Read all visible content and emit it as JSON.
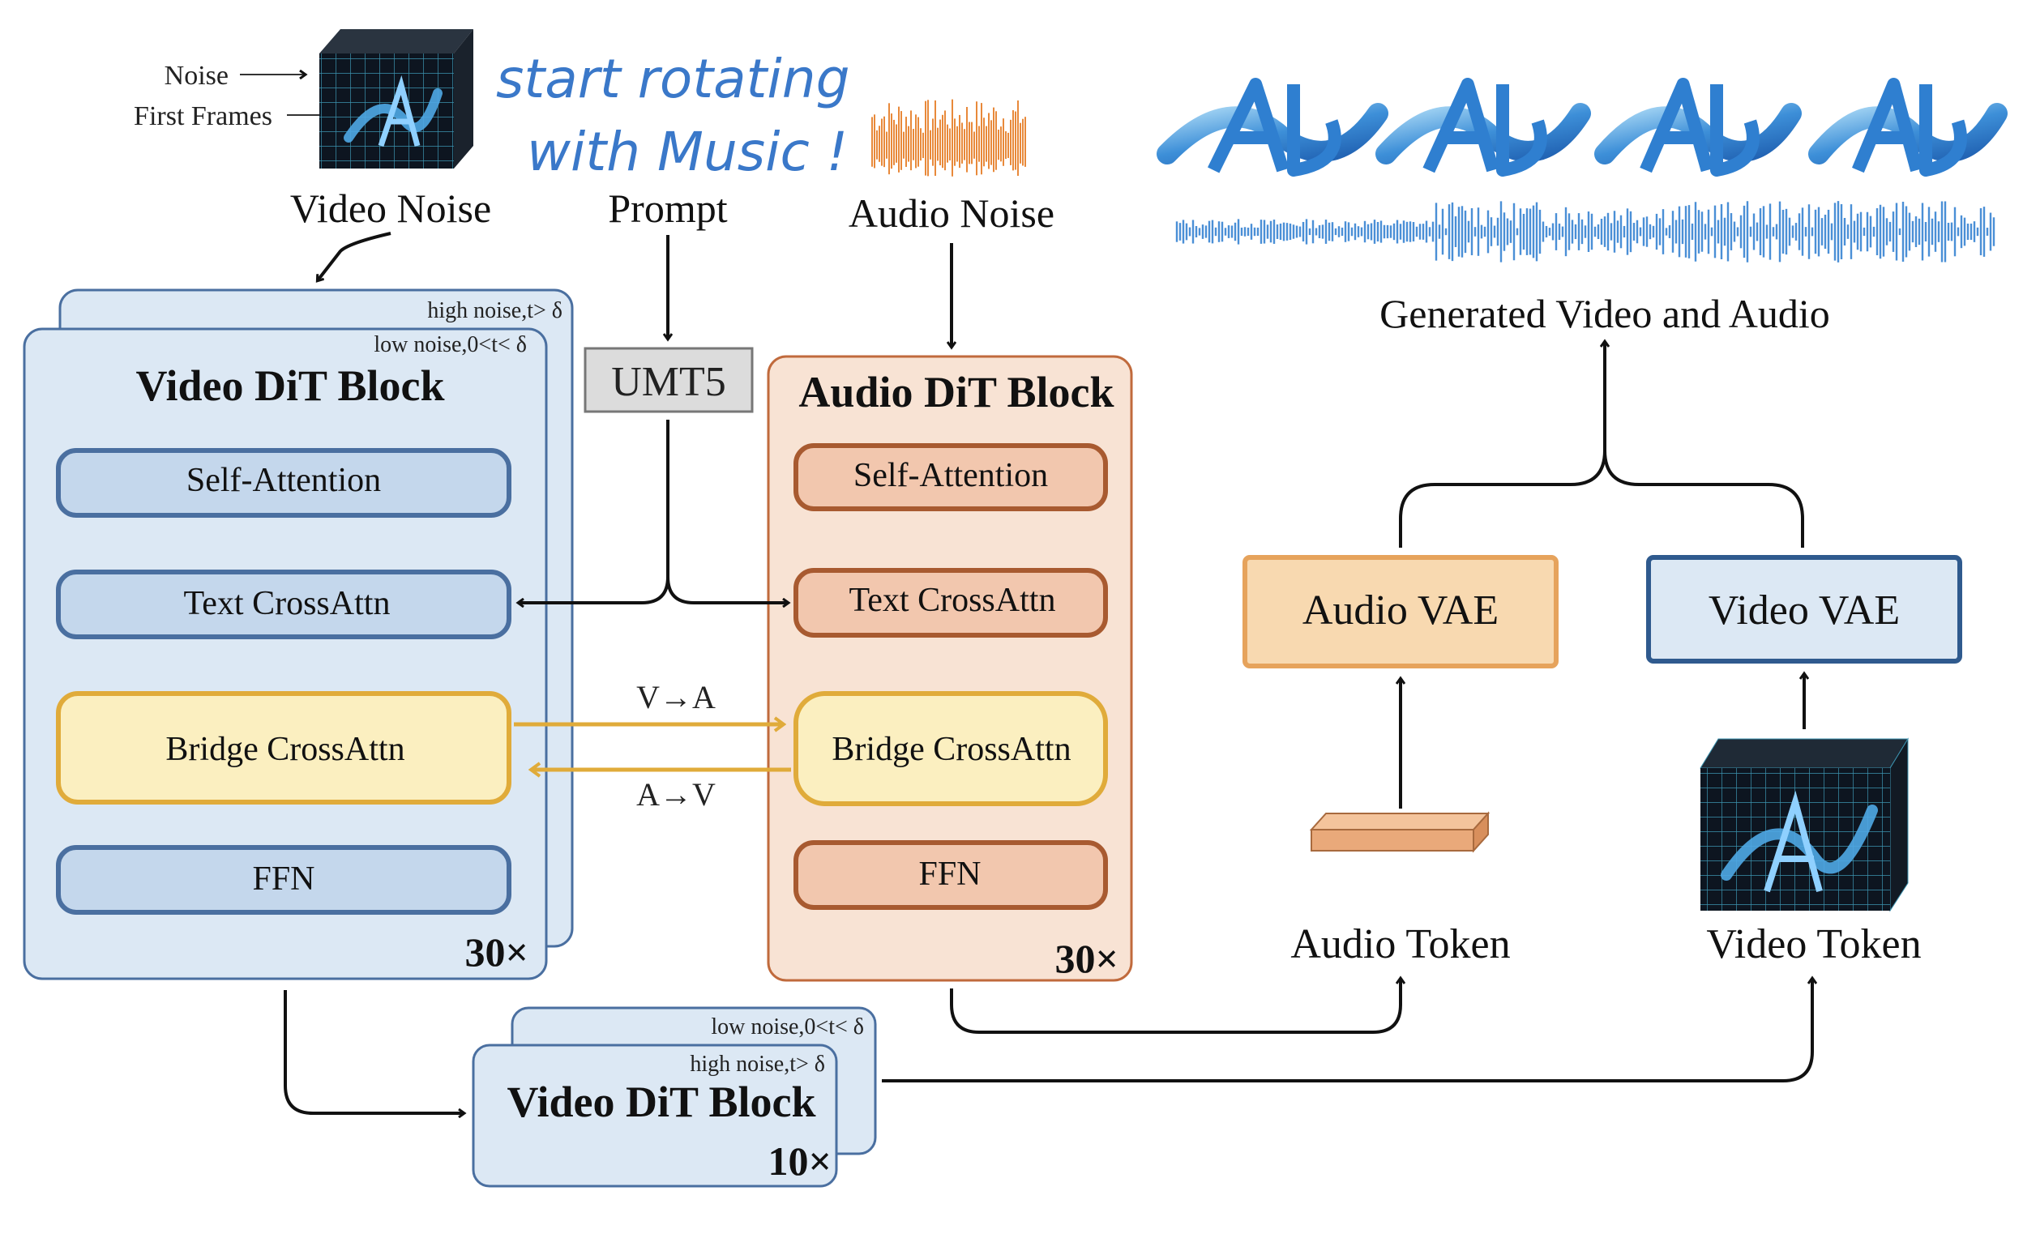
{
  "input": {
    "noise_label": "Noise",
    "first_frames_label": "First Frames",
    "video_noise": "Video Noise",
    "prompt": "Prompt",
    "audio_noise": "Audio Noise",
    "handwritten_line1": "start rotating",
    "handwritten_line2": "with Music !"
  },
  "umt5": "UMT5",
  "video_block": {
    "back_label": "high noise,t> δ",
    "front_label": "low noise,0<t< δ",
    "title": "Video DiT Block",
    "self_attn": "Self-Attention",
    "text_cross": "Text CrossAttn",
    "bridge": "Bridge CrossAttn",
    "ffn": "FFN",
    "repeat": "30×"
  },
  "audio_block": {
    "title": "Audio DiT Block",
    "self_attn": "Self-Attention",
    "text_cross": "Text CrossAttn",
    "bridge": "Bridge CrossAttn",
    "ffn": "FFN",
    "repeat": "30×"
  },
  "bridge_labels": {
    "v2a": "V→A",
    "a2v": "A→V"
  },
  "video_block_small": {
    "back_label": "low noise,0<t< δ",
    "front_label": "high noise,t> δ",
    "title": "Video DiT Block",
    "repeat": "10×"
  },
  "outputs": {
    "generated": "Generated Video and Audio",
    "audio_vae": "Audio VAE",
    "video_vae": "Video VAE",
    "audio_token": "Audio Token",
    "video_token": "Video Token"
  },
  "colors": {
    "video_fill": "#dce8f4",
    "video_stroke": "#4a6fa0",
    "video_inner": "#c4d7ec",
    "audio_fill": "#f8e3d4",
    "audio_stroke": "#c06a3c",
    "audio_inner": "#f2c7ae",
    "bridge_fill": "#fbefc0",
    "bridge_stroke": "#e0ab3a",
    "vae_audio_fill": "#f8d9b0",
    "vae_audio_stroke": "#e6a35c",
    "umt5_fill": "#dcdcdc",
    "handwriting": "#3a78c9"
  }
}
